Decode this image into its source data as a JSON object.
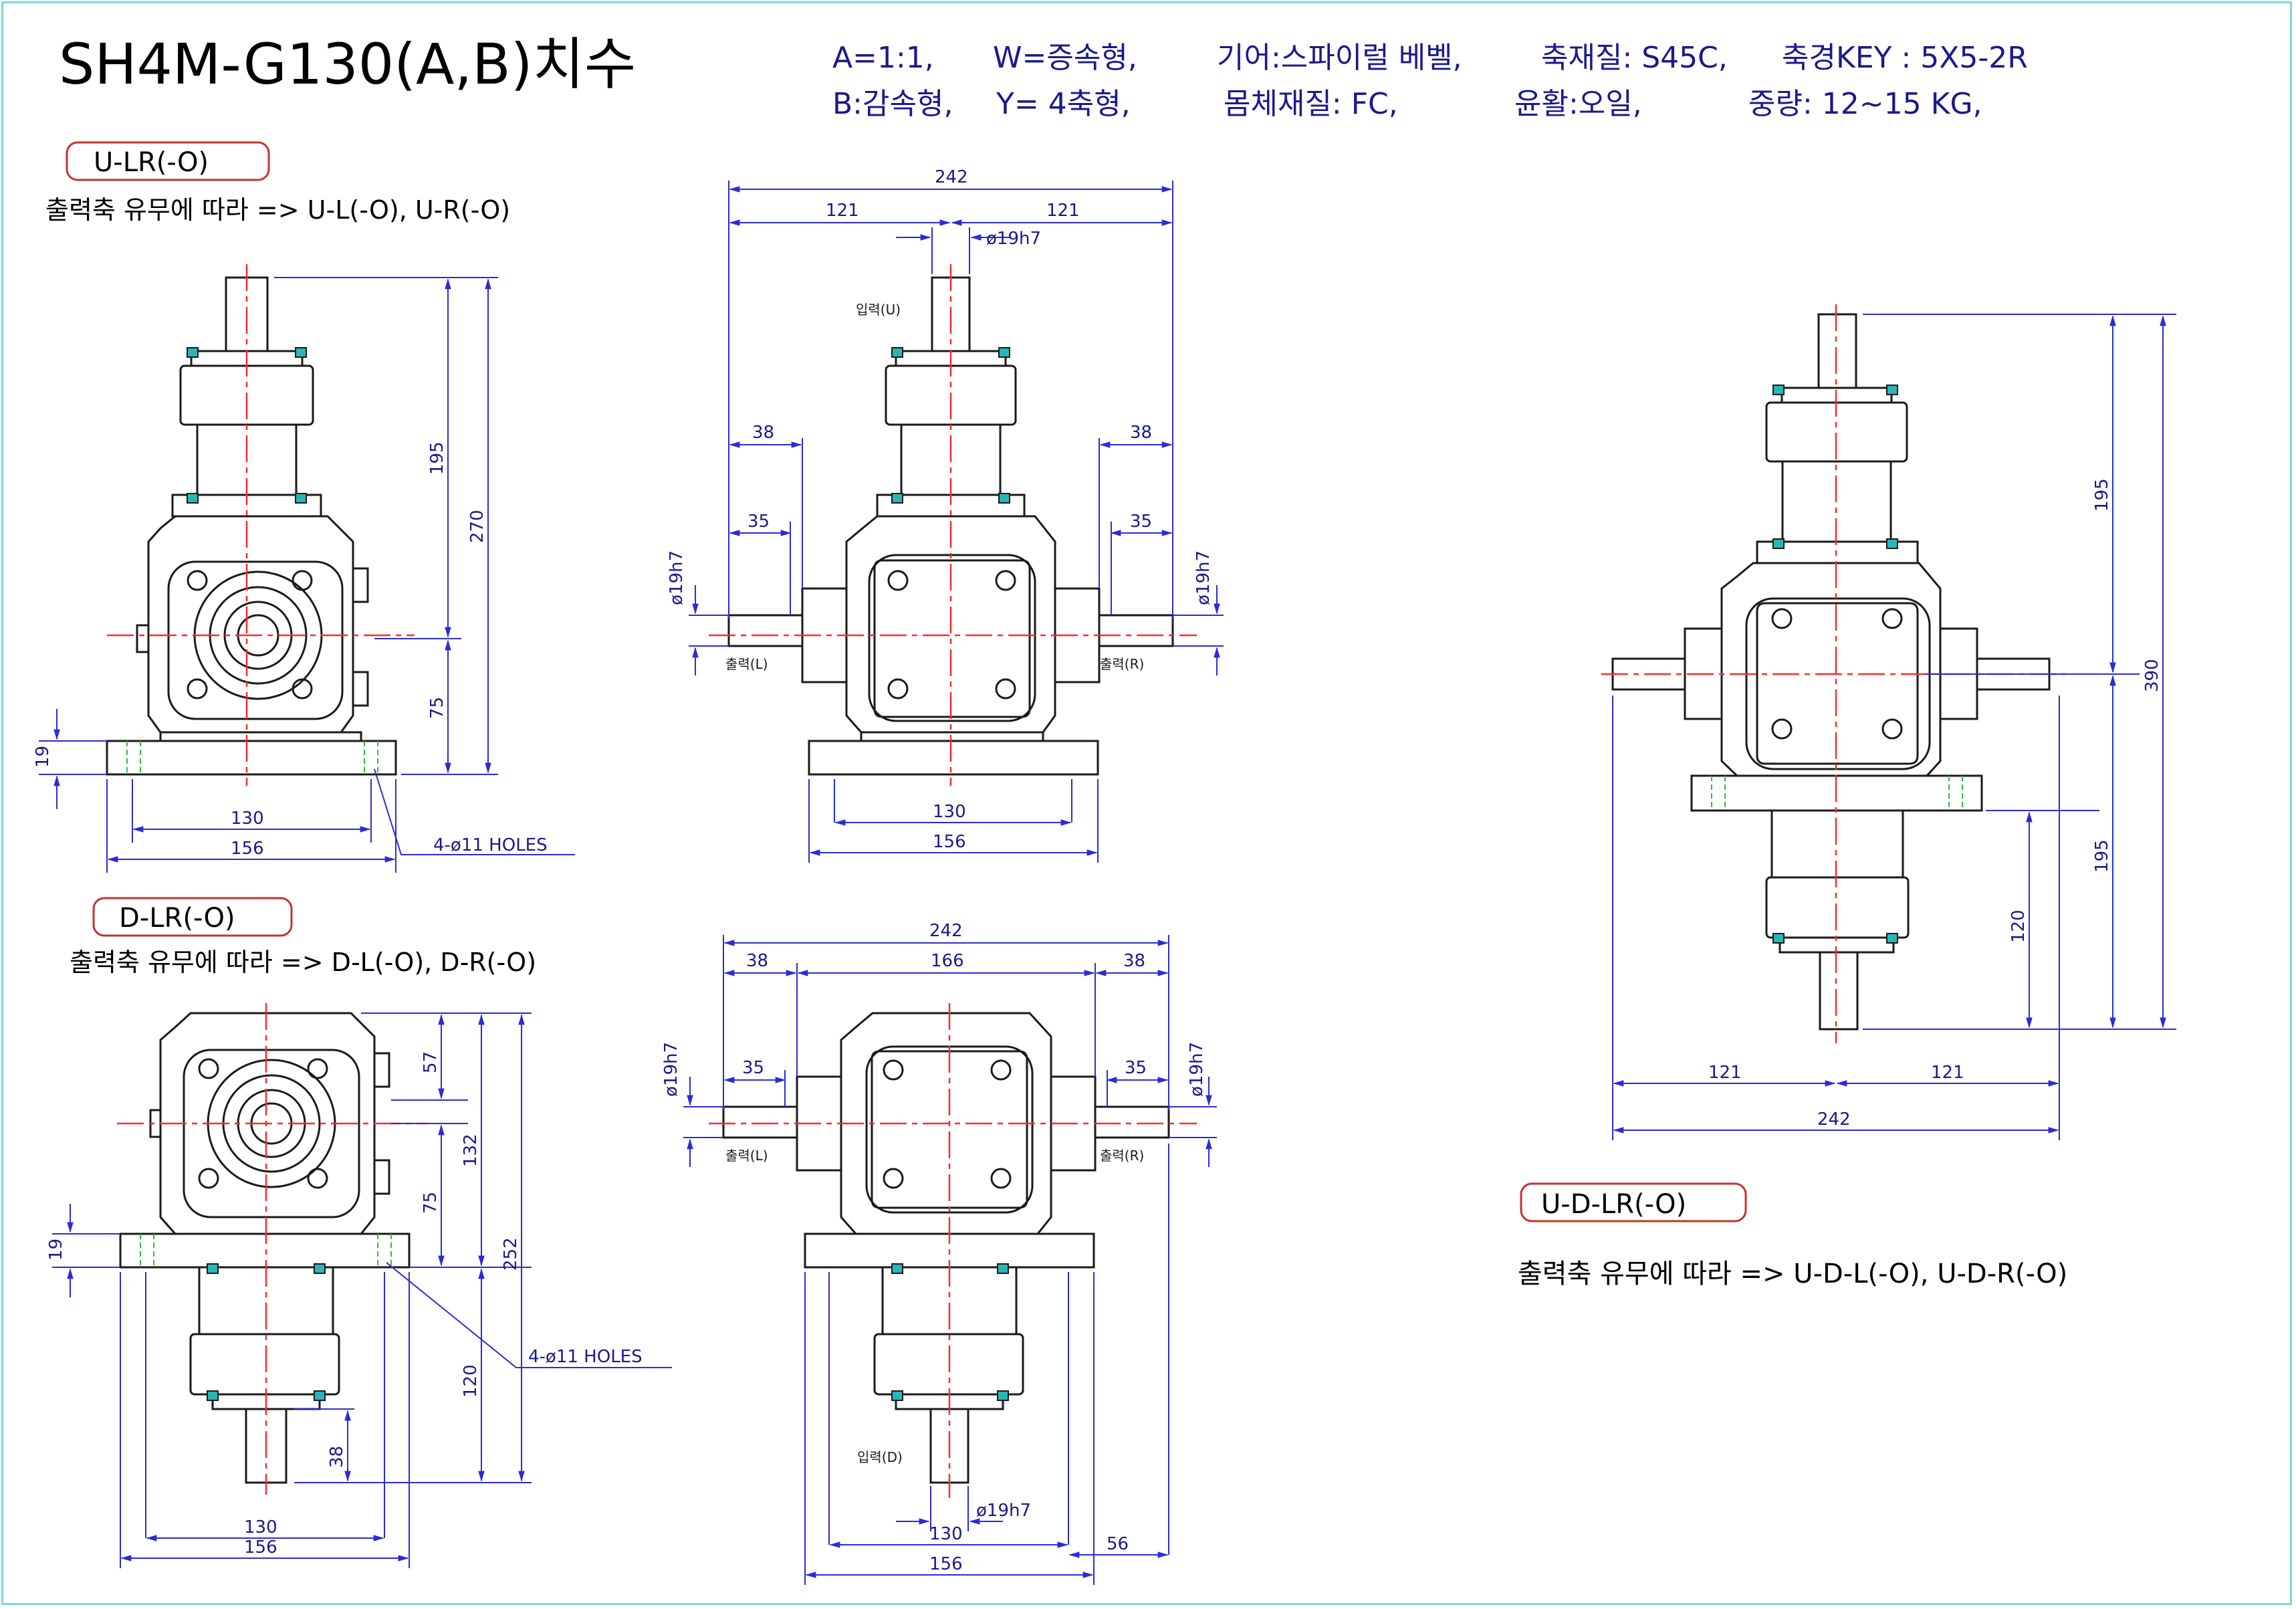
{
  "title": "SH4M-G130(A,B)치수",
  "specs": {
    "line1": [
      "A=1:1,",
      "W=증속형,",
      "기어:스파이럴 베벨,",
      "축재질: S45C,",
      "축경KEY : 5X5-2R"
    ],
    "line2": [
      "B:감속형,",
      "Y= 4축형,",
      "몸체재질: FC,",
      "윤활:오일,",
      "중량: 12~15 KG,"
    ]
  },
  "views": {
    "ulr": {
      "badge": "U-LR(-O)",
      "note": "출력축 유무에 따라 => U-L(-O), U-R(-O)",
      "dims": [
        "195",
        "270",
        "75",
        "19",
        "130",
        "156"
      ],
      "holes": "4-ø11 HOLES"
    },
    "ulr_front": {
      "dims": [
        "242",
        "121",
        "121",
        "ø19h7",
        "38",
        "38",
        "35",
        "35",
        "ø19h7",
        "ø19h7",
        "130",
        "156"
      ],
      "input": "입력(U)",
      "out_l": "출력(L)",
      "out_r": "출력(R)"
    },
    "dlr": {
      "badge": "D-LR(-O)",
      "note": "출력축 유무에 따라 => D-L(-O), D-R(-O)",
      "dims": [
        "57",
        "132",
        "75",
        "252",
        "19",
        "120",
        "38",
        "130",
        "156"
      ],
      "holes": "4-ø11 HOLES"
    },
    "dlr_front": {
      "dims": [
        "242",
        "38",
        "166",
        "38",
        "35",
        "35",
        "ø19h7",
        "ø19h7",
        "ø19h7",
        "130",
        "56",
        "156"
      ],
      "input": "입력(D)",
      "out_l": "출력(L)",
      "out_r": "출력(R)"
    },
    "udlr": {
      "badge": "U-D-LR(-O)",
      "note": "출력축 유무에 따라 => U-D-L(-O), U-D-R(-O)",
      "dims": [
        "195",
        "390",
        "195",
        "120",
        "121",
        "121",
        "242"
      ]
    }
  },
  "colors": {
    "line": "#1a1a1a",
    "dim": "#2b2bd8",
    "center": "#ff2a2a",
    "bolt": "#27b7b7",
    "green": "#2fbf2f",
    "text_blue": "#1a1a8c"
  }
}
